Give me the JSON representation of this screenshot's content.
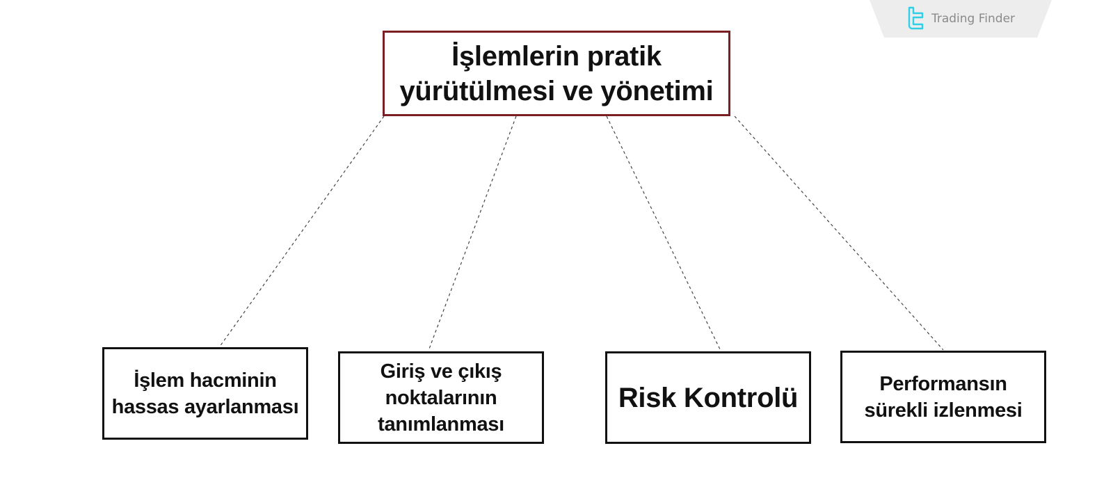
{
  "diagram": {
    "root": {
      "lines": [
        "İşlemlerin pratik",
        "yürütülmesi ve yönetimi"
      ]
    },
    "children": [
      {
        "lines": [
          "İşlem hacminin",
          "hassas ayarlanması"
        ]
      },
      {
        "lines": [
          "Giriş ve çıkış",
          "noktalarının",
          "tanımlanması"
        ]
      },
      {
        "lines": [
          "Risk Kontrolü"
        ]
      },
      {
        "lines": [
          "Performansın",
          "sürekli izlenmesi"
        ]
      }
    ]
  },
  "brand": {
    "name": "Trading Finder",
    "logo_icon": "trading-finder-logo-icon",
    "logo_color": "#2fd0e6"
  },
  "colors": {
    "root_border": "#7a1f24",
    "child_border": "#111111",
    "connector": "#444444"
  }
}
